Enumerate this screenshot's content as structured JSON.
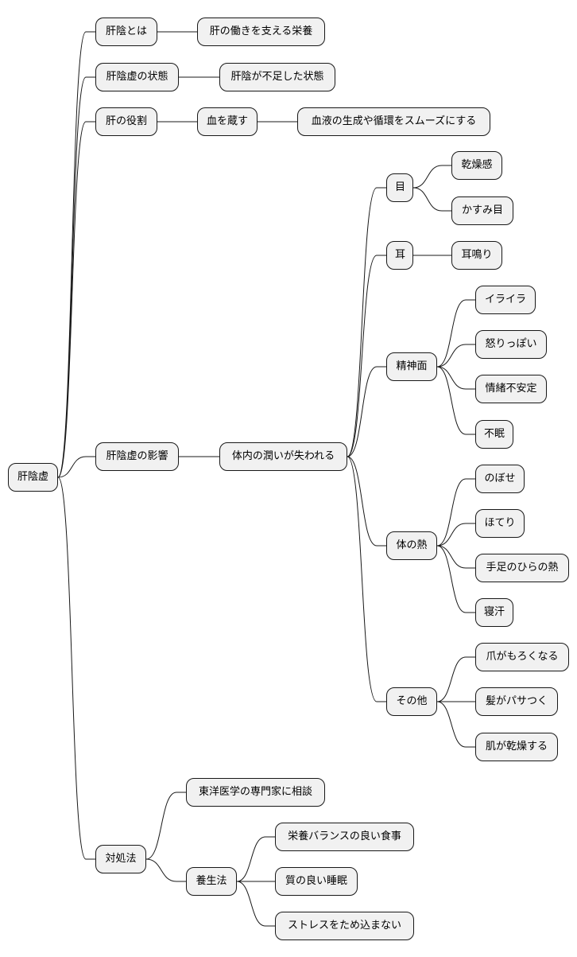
{
  "nodes": [
    {
      "id": "root",
      "label": "肝陰虚"
    },
    {
      "id": "n1",
      "label": "肝陰とは"
    },
    {
      "id": "n1a",
      "label": "肝の働きを支える栄養"
    },
    {
      "id": "n2",
      "label": "肝陰虚の状態"
    },
    {
      "id": "n2a",
      "label": "肝陰が不足した状態"
    },
    {
      "id": "n3",
      "label": "肝の役割"
    },
    {
      "id": "n3a",
      "label": "血を蔵す"
    },
    {
      "id": "n3b",
      "label": "血液の生成や循環をスムーズにする"
    },
    {
      "id": "n4",
      "label": "肝陰虚の影響"
    },
    {
      "id": "n4a",
      "label": "体内の潤いが失われる"
    },
    {
      "id": "eye",
      "label": "目"
    },
    {
      "id": "eye1",
      "label": "乾燥感"
    },
    {
      "id": "eye2",
      "label": "かすみ目"
    },
    {
      "id": "ear",
      "label": "耳"
    },
    {
      "id": "ear1",
      "label": "耳鳴り"
    },
    {
      "id": "mind",
      "label": "精神面"
    },
    {
      "id": "mind1",
      "label": "イライラ"
    },
    {
      "id": "mind2",
      "label": "怒りっぽい"
    },
    {
      "id": "mind3",
      "label": "情緒不安定"
    },
    {
      "id": "mind4",
      "label": "不眠"
    },
    {
      "id": "heat",
      "label": "体の熱"
    },
    {
      "id": "heat1",
      "label": "のぼせ"
    },
    {
      "id": "heat2",
      "label": "ほてり"
    },
    {
      "id": "heat3",
      "label": "手足のひらの熱"
    },
    {
      "id": "heat4",
      "label": "寝汗"
    },
    {
      "id": "other",
      "label": "その他"
    },
    {
      "id": "other1",
      "label": "爪がもろくなる"
    },
    {
      "id": "other2",
      "label": "髪がパサつく"
    },
    {
      "id": "other3",
      "label": "肌が乾燥する"
    },
    {
      "id": "n5",
      "label": "対処法"
    },
    {
      "id": "n5a",
      "label": "東洋医学の専門家に相談"
    },
    {
      "id": "n5b",
      "label": "養生法"
    },
    {
      "id": "n5b1",
      "label": "栄養バランスの良い食事"
    },
    {
      "id": "n5b2",
      "label": "質の良い睡眠"
    },
    {
      "id": "n5b3",
      "label": "ストレスをため込まない"
    }
  ],
  "edges": [
    [
      "root",
      "n1"
    ],
    [
      "n1",
      "n1a"
    ],
    [
      "root",
      "n2"
    ],
    [
      "n2",
      "n2a"
    ],
    [
      "root",
      "n3"
    ],
    [
      "n3",
      "n3a"
    ],
    [
      "n3a",
      "n3b"
    ],
    [
      "root",
      "n4"
    ],
    [
      "n4",
      "n4a"
    ],
    [
      "n4a",
      "eye"
    ],
    [
      "eye",
      "eye1"
    ],
    [
      "eye",
      "eye2"
    ],
    [
      "n4a",
      "ear"
    ],
    [
      "ear",
      "ear1"
    ],
    [
      "n4a",
      "mind"
    ],
    [
      "mind",
      "mind1"
    ],
    [
      "mind",
      "mind2"
    ],
    [
      "mind",
      "mind3"
    ],
    [
      "mind",
      "mind4"
    ],
    [
      "n4a",
      "heat"
    ],
    [
      "heat",
      "heat1"
    ],
    [
      "heat",
      "heat2"
    ],
    [
      "heat",
      "heat3"
    ],
    [
      "heat",
      "heat4"
    ],
    [
      "n4a",
      "other"
    ],
    [
      "other",
      "other1"
    ],
    [
      "other",
      "other2"
    ],
    [
      "other",
      "other3"
    ],
    [
      "root",
      "n5"
    ],
    [
      "n5",
      "n5a"
    ],
    [
      "n5",
      "n5b"
    ],
    [
      "n5b",
      "n5b1"
    ],
    [
      "n5b",
      "n5b2"
    ],
    [
      "n5b",
      "n5b3"
    ]
  ]
}
